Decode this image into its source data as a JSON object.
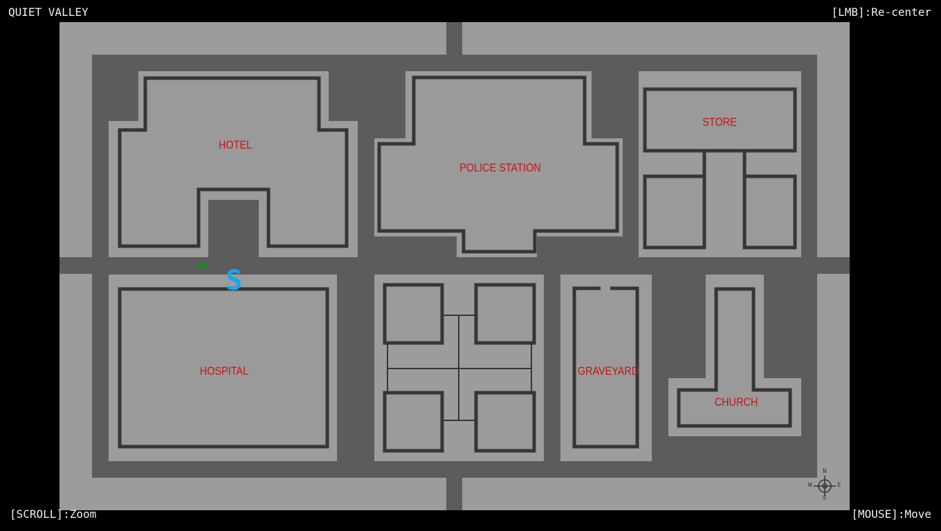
{
  "hud": {
    "title": "QUIET VALLEY",
    "recenter_hint": "[LMB]:Re-center",
    "zoom_hint": "[SCROLL]:Zoom",
    "move_hint": "[MOUSE]:Move"
  },
  "map": {
    "locations": [
      "HOTEL",
      "POLICE STATION",
      "STORE",
      "HOSPITAL",
      "GRAVEYARD",
      "CHURCH"
    ],
    "save_marker": "S",
    "compass": {
      "n": "N",
      "s": "S",
      "e": "E",
      "w": "W"
    }
  },
  "colors": {
    "ground": "#9c9c9c",
    "road": "#5c5c5c",
    "wall": "#363636",
    "label": "#c81414",
    "player": "#1a8a1a",
    "marker": "#1aa6f0"
  }
}
